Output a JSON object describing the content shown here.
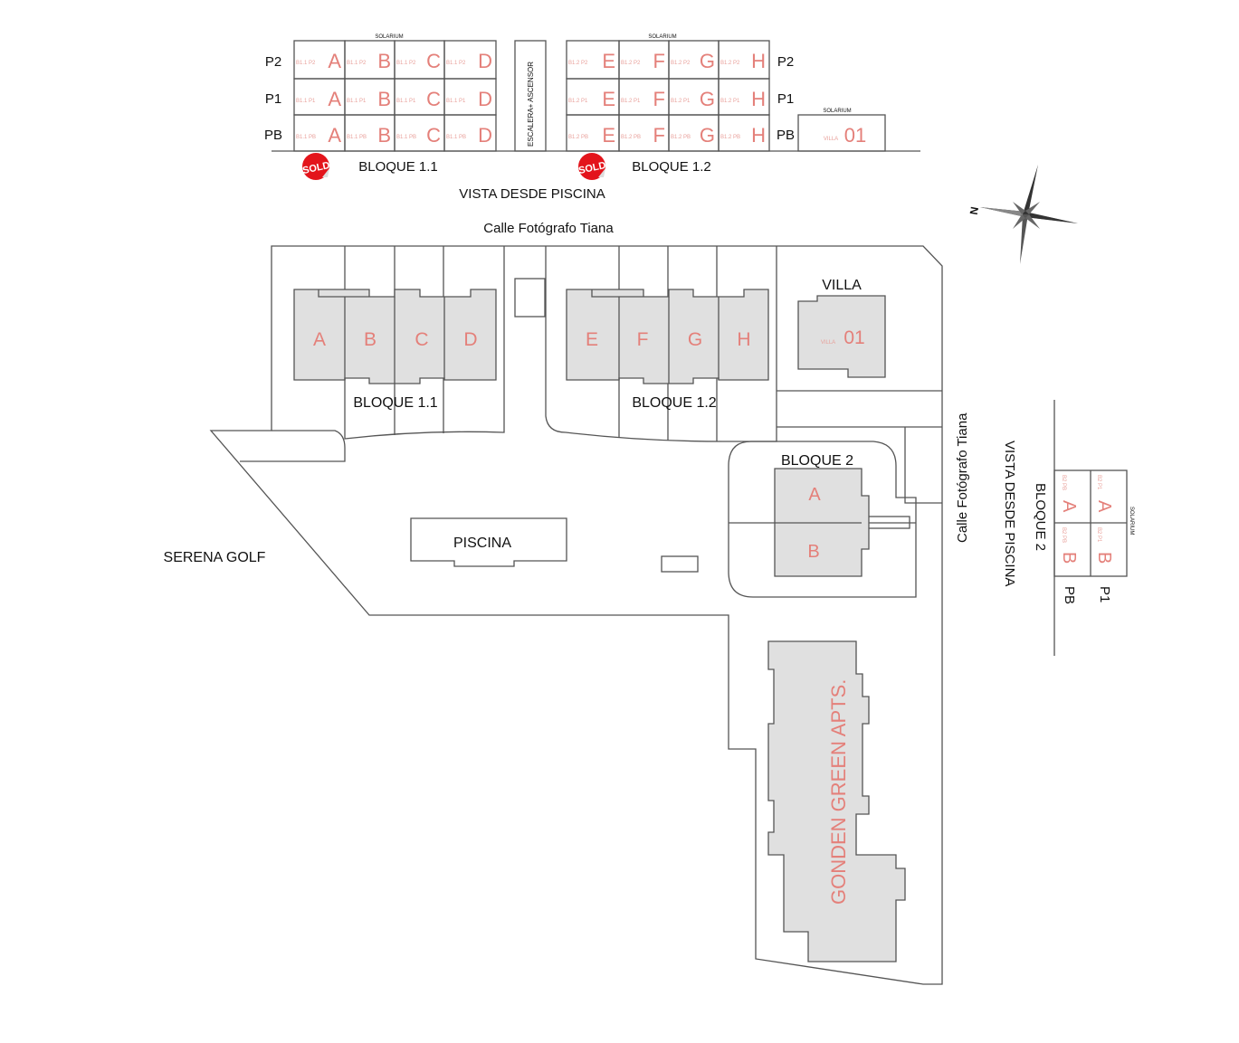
{
  "colors": {
    "unit_label": "#e4807a",
    "sold_badge": "#e3141b",
    "building_fill": "#e0e0e0"
  },
  "elevation_top": {
    "solarium": "SOLARIUM",
    "floors": [
      "P2",
      "P1",
      "PB"
    ],
    "bloque_1_1": {
      "title": "BLOQUE 1.1",
      "units": [
        "A",
        "B",
        "C",
        "D"
      ],
      "codes": {
        "P2": "B1.1 P2",
        "P1": "B1.1 P1",
        "PB": "B1.1 PB"
      }
    },
    "stair": "ESCALERA+ ASCENSOR",
    "bloque_1_2": {
      "title": "BLOQUE 1.2",
      "units": [
        "E",
        "F",
        "G",
        "H"
      ],
      "codes": {
        "P2": "B1.2 P2",
        "P1": "B1.2 P1",
        "PB": "B1.2 PB"
      }
    },
    "villa": {
      "solarium": "SOLARIUM",
      "code": "VILLA",
      "number": "01"
    },
    "view_label": "VISTA DESDE PISCINA",
    "sold": "SOLD"
  },
  "site_plan": {
    "street_top": "Calle Fotógrafo Tiana",
    "street_right": "Calle Fotógrafo Tiana",
    "bloque_1_1": "BLOQUE 1.1",
    "bloque_1_2": "BLOQUE 1.2",
    "units_1_1": [
      "A",
      "B",
      "C",
      "D"
    ],
    "units_1_2": [
      "E",
      "F",
      "G",
      "H"
    ],
    "villa_title": "VILLA",
    "villa_code": "VILLA",
    "villa_number": "01",
    "bloque_2": "BLOQUE 2",
    "units_2": [
      "A",
      "B"
    ],
    "pool": "PISCINA",
    "golf": "SERENA GOLF",
    "neighbor": "GONDEN GREEN APTS.",
    "compass_north": "N"
  },
  "elevation_right": {
    "title": "BLOQUE 2",
    "view_label": "VISTA DESDE PISCINA",
    "solarium": "SOLARIUM",
    "floors": [
      "P1",
      "PB"
    ],
    "units": [
      "A",
      "B"
    ],
    "codes": {
      "P1": "B2 P1",
      "PB": "B2 PB"
    }
  }
}
